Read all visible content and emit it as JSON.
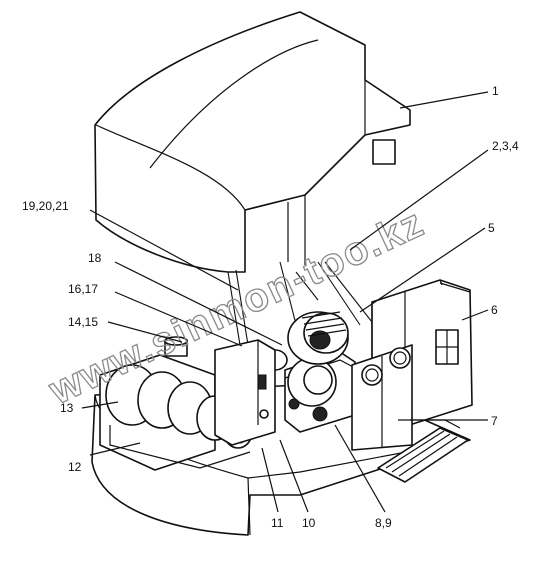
{
  "watermark": "www.sinmon-too.kz",
  "callouts": [
    {
      "id": "c1",
      "text": "1"
    },
    {
      "id": "c2",
      "text": "2,3,4"
    },
    {
      "id": "c5",
      "text": "5"
    },
    {
      "id": "c6",
      "text": "6"
    },
    {
      "id": "c7",
      "text": "7"
    },
    {
      "id": "c8",
      "text": "8,9"
    },
    {
      "id": "c10",
      "text": "10"
    },
    {
      "id": "c11",
      "text": "11"
    },
    {
      "id": "c12",
      "text": "12"
    },
    {
      "id": "c13",
      "text": "13"
    },
    {
      "id": "c14",
      "text": "14,15"
    },
    {
      "id": "c16",
      "text": "16,17"
    },
    {
      "id": "c18",
      "text": "18"
    },
    {
      "id": "c19",
      "text": "19,20,21"
    }
  ]
}
